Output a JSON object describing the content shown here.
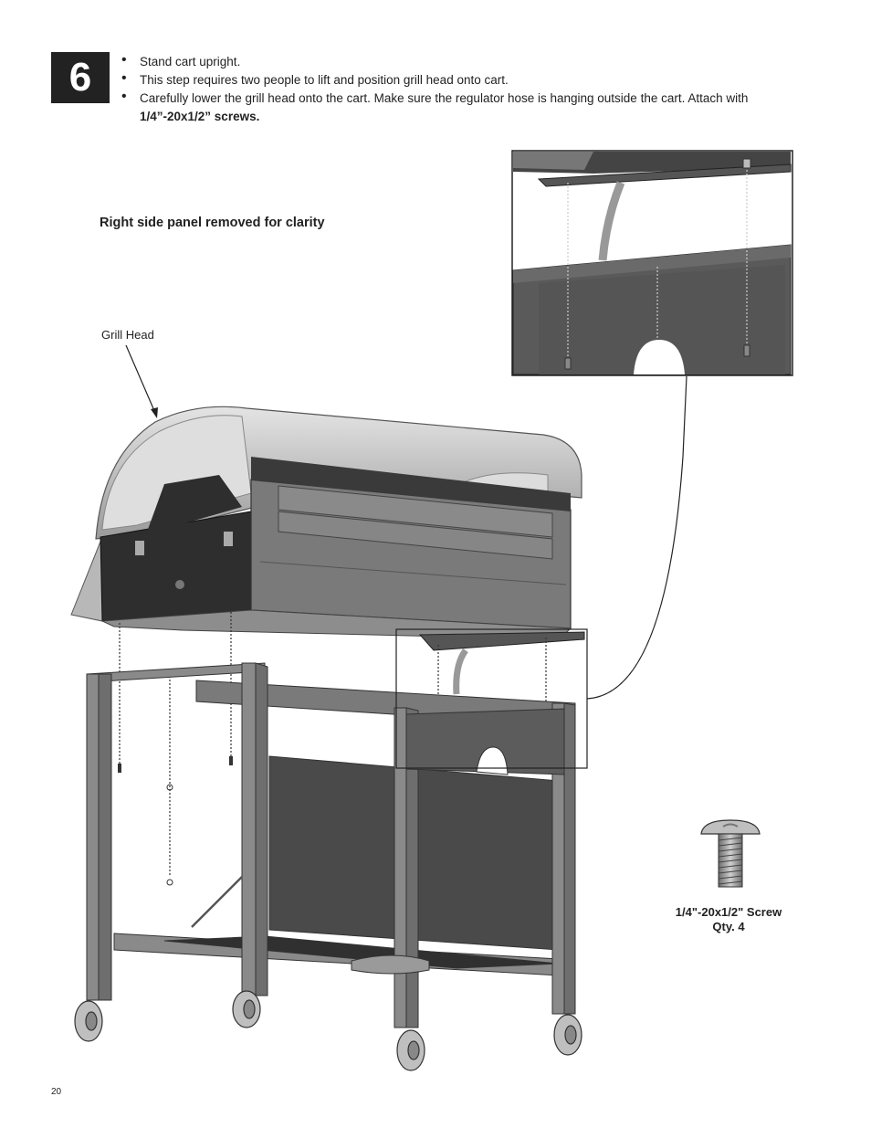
{
  "step": {
    "number": "6"
  },
  "instructions": [
    {
      "text": "Stand cart upright."
    },
    {
      "text": "This step requires two people to lift and position grill head onto cart."
    },
    {
      "text": "Carefully lower the grill head onto the cart. Make sure the regulator hose is hanging outside the cart. Attach with ",
      "bold": "1/4”-20x1/2” screws."
    }
  ],
  "note": "Right side panel removed for clarity",
  "callouts": {
    "grill_head": "Grill Head"
  },
  "hardware": {
    "name": "1/4\"-20x1/2\" Screw",
    "qty": "Qty.  4"
  },
  "page_number": "20"
}
